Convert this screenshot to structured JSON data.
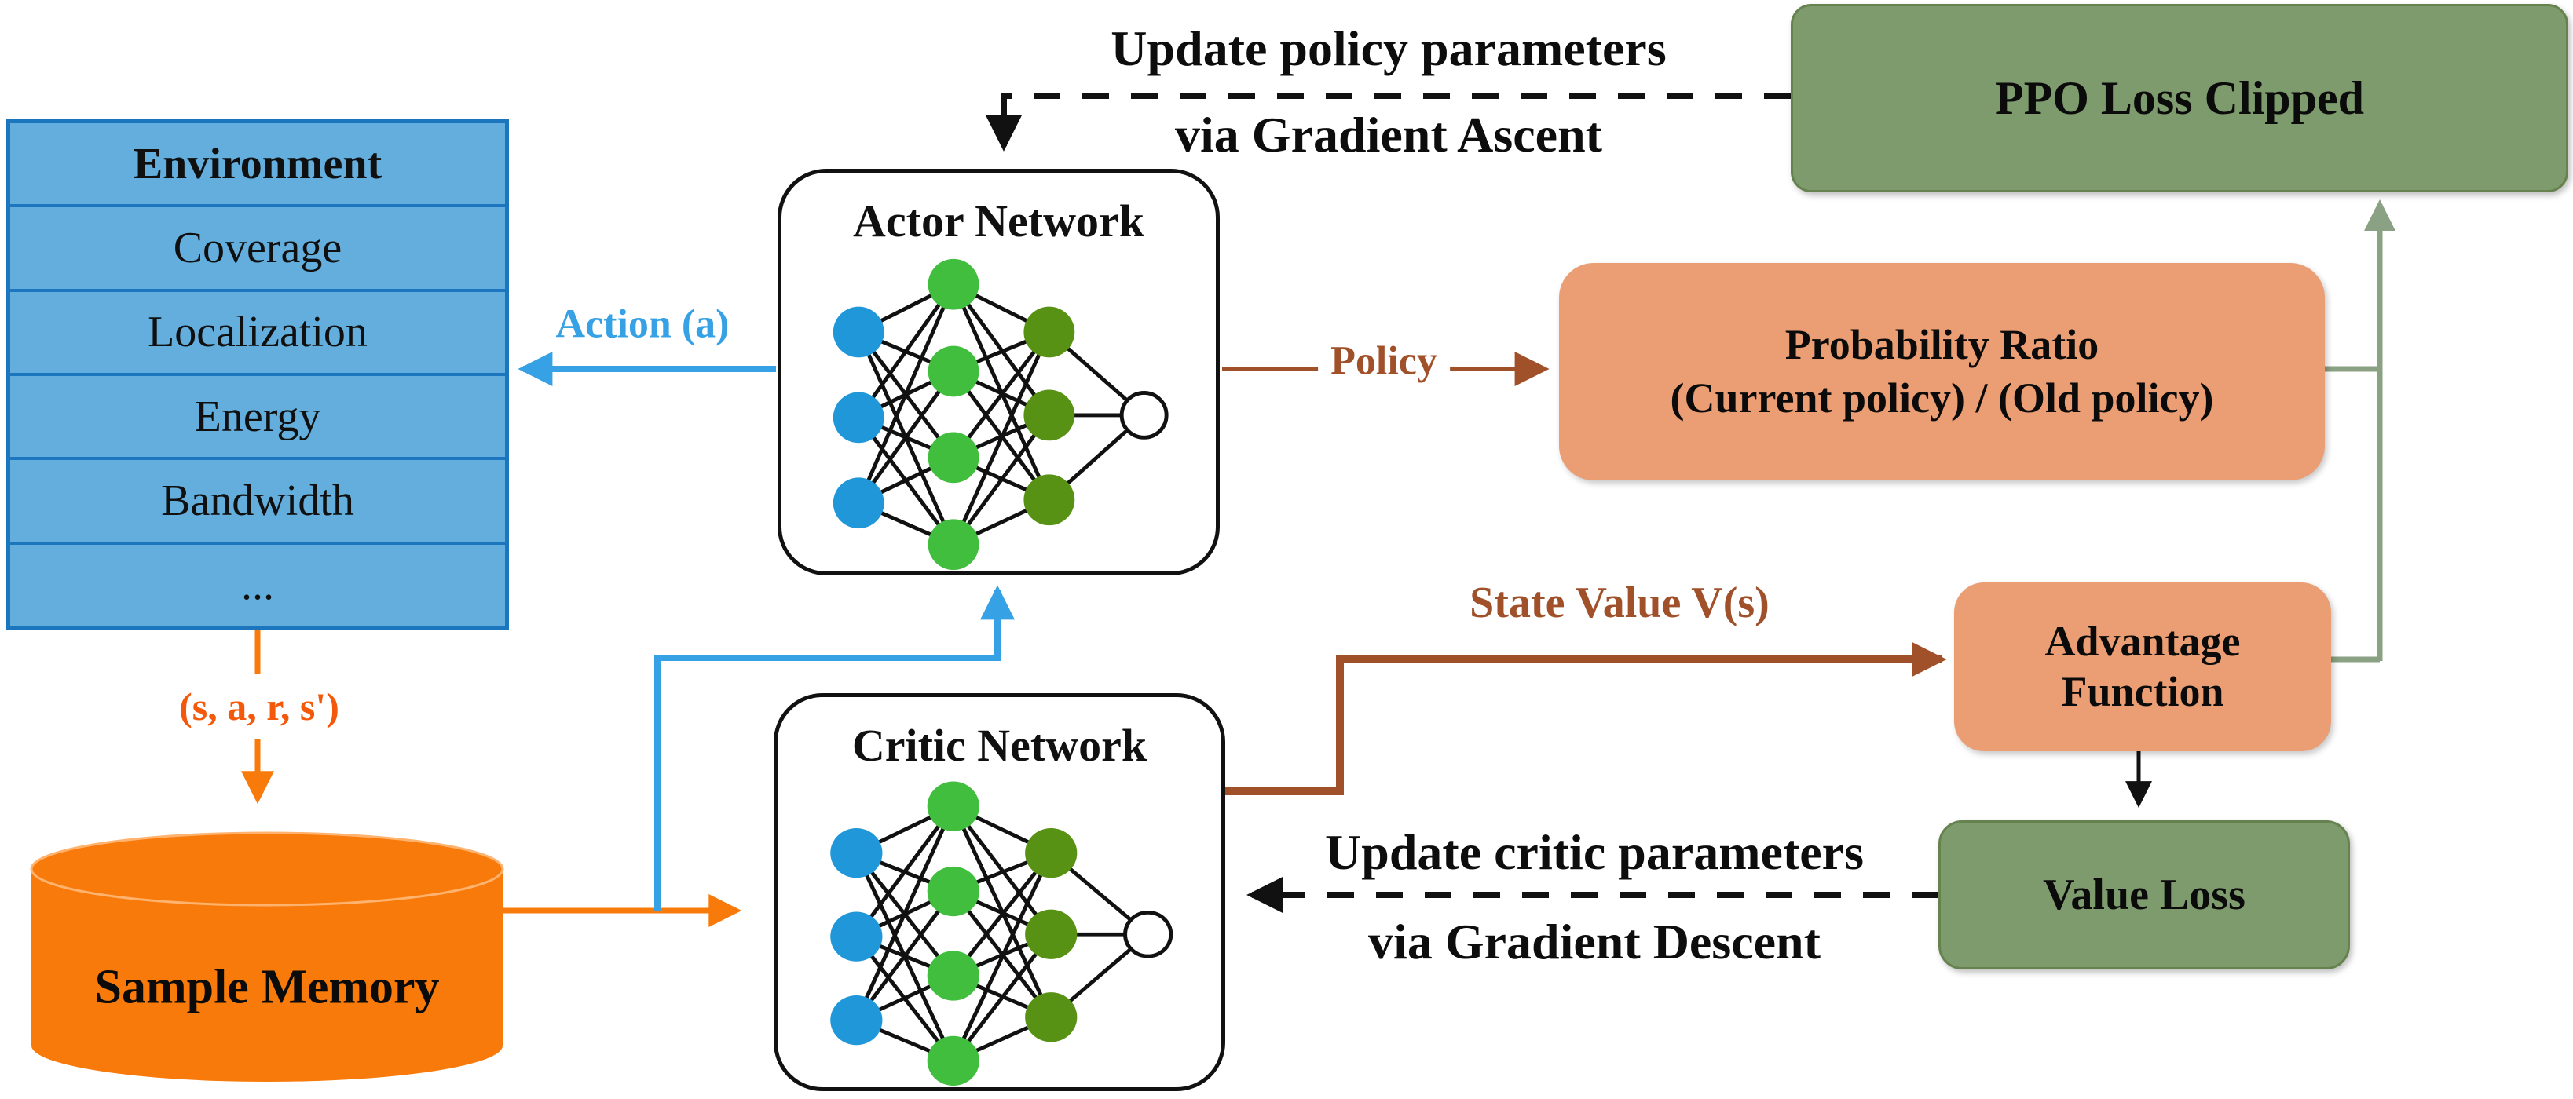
{
  "colors": {
    "env_fill": "#63AEDC",
    "env_border": "#1B76BD",
    "orange": "#F87A0A",
    "orange_text": "#F4590B",
    "blue_arrow": "#36A1E4",
    "brown": "#A0512A",
    "sage_box": "#7E9B6D",
    "sage_arrow": "#8BA183",
    "salmon": "#EB9E74",
    "node_blue": "#2097D8",
    "node_green": "#41BE3E",
    "node_olive": "#579214",
    "ink": "#111111"
  },
  "environment": {
    "title": "Environment",
    "items": [
      "Coverage",
      "Localization",
      "Energy",
      "Bandwidth",
      "..."
    ]
  },
  "sample_memory": {
    "label": "Sample Memory"
  },
  "actor": {
    "title": "Actor Network"
  },
  "critic": {
    "title": "Critic Network"
  },
  "ppo_loss": {
    "label": "PPO Loss Clipped"
  },
  "probability_ratio": {
    "line1": "Probability Ratio",
    "line2": "(Current policy) / (Old policy)"
  },
  "advantage": {
    "line1": "Advantage",
    "line2": "Function"
  },
  "value_loss": {
    "label": "Value Loss"
  },
  "labels": {
    "transition": "(s, a, r, s')",
    "action": "Action (a)",
    "policy": "Policy",
    "state_value": "State Value V(s)",
    "update_policy_1": "Update policy parameters",
    "update_policy_2": "via Gradient Ascent",
    "update_critic_1": "Update critic parameters",
    "update_critic_2": "via Gradient Descent"
  }
}
